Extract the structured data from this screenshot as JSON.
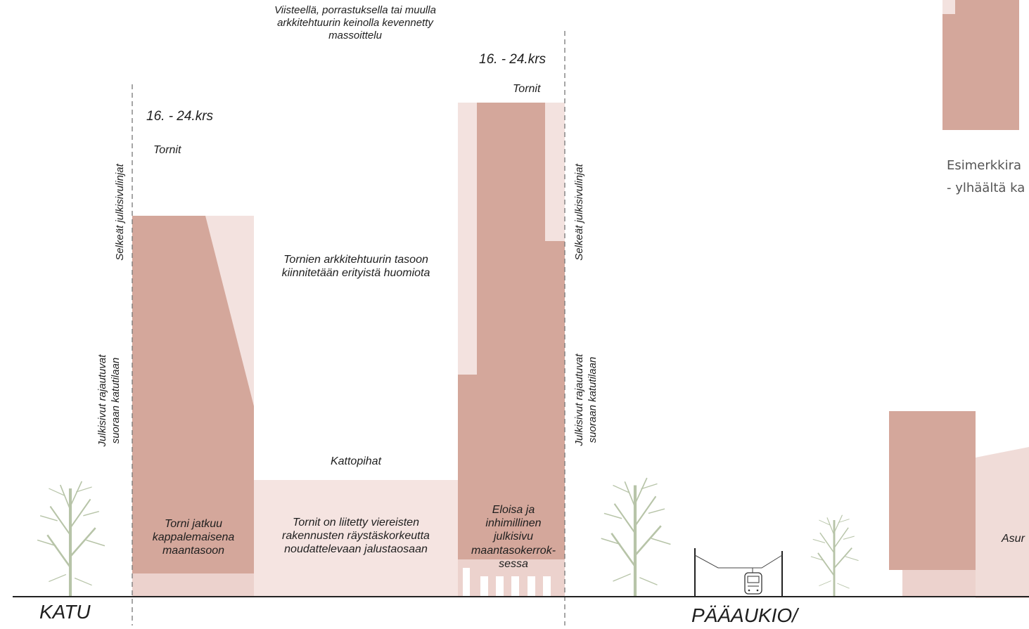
{
  "colors": {
    "tower_dark": "#d4a79b",
    "tower_light": "#f3e2df",
    "podium": "#f5e4e1",
    "podium_base": "#ecd2cd",
    "ground": "#222222",
    "tree": "#b7c4a8",
    "guide": "#777777"
  },
  "labels": {
    "top_note": "Viisteellä, porrastuksella tai muulla\narkkitehtuurin keinolla kevennetty\nmassoittelu",
    "left_floors": "16. - 24.krs",
    "left_towers": "Tornit",
    "right_floors": "16. - 24.krs",
    "right_towers": "Tornit",
    "tower_architecture": "Tornien arkkitehtuurin tasoon\nkiinnitetään erityistä huomiota",
    "roof_yards": "Kattopihat",
    "tower_continues": "Torni jatkuu\nkappalemaisena\nmaantasoon",
    "podium_note": "Tornit on liitetty viereisten\nrakennusten räystäskorkeutta\nnoudattelevaan jalustaosaan",
    "lively_facade": "Eloisa ja\ninhimillinen\njulkisivu\nmaantasokerrok-\nsessa",
    "street": "KATU",
    "main_square": "PÄÄAUKIO/",
    "asur_cut": "Asur",
    "left_guide_upper": "Selkeät julkisivulinjat",
    "left_guide_lower": "Julkisivut rajautuvat\nsuoraan katutilaan",
    "right_guide_upper": "Selkeät julkisivulinjat",
    "right_guide_lower": "Julkisivut rajautuvat\nsuoraan katutilaan"
  },
  "side_note": {
    "line1": "Esimerkkira",
    "line2": "- ylhäältä ka"
  },
  "icons": {
    "trees": "tree-icon",
    "tram": "tram-icon"
  }
}
